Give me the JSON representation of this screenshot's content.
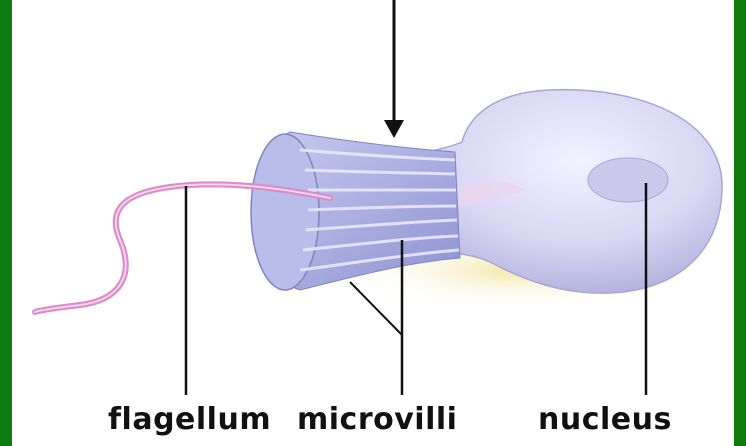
{
  "diagram": {
    "labels": {
      "flagellum": "flagellum",
      "microvilli": "microvilli",
      "nucleus": "nucleus"
    },
    "colors": {
      "frame": "#0d7a0d",
      "panel": "#ffffff",
      "cell_body": "#d8d6f2",
      "cell_shade": "#a7a6d6",
      "flagellum": "#d98cc8",
      "collar": "#9fa3de",
      "shadow": "#f2e7a5",
      "lines": "#111111"
    }
  }
}
